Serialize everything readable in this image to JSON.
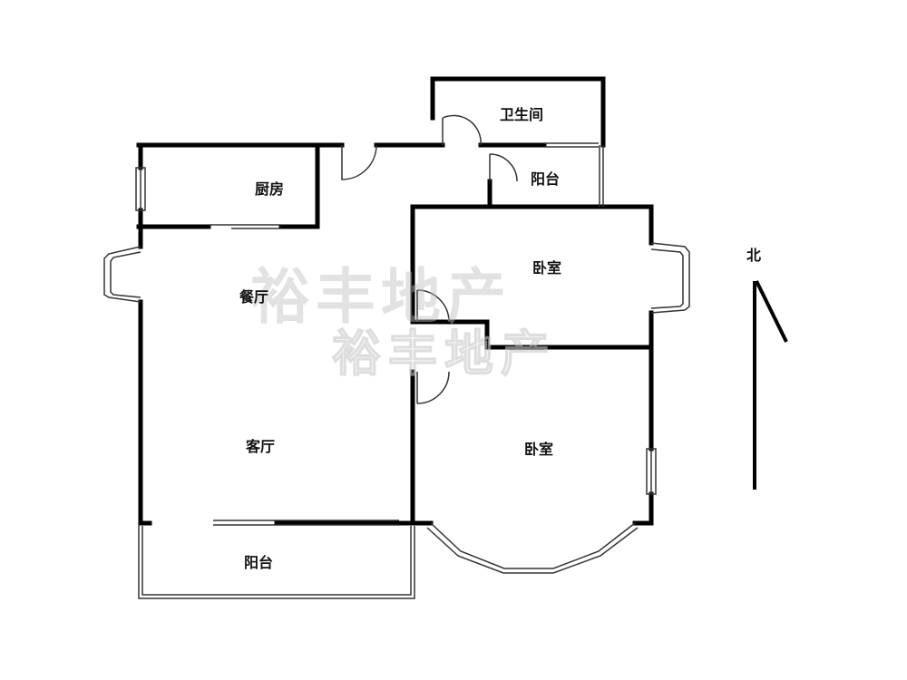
{
  "rooms": {
    "bathroom": "卫生间",
    "kitchen": "厨房",
    "balcony_small": "阳台",
    "bedroom_north": "卧室",
    "dining": "餐厅",
    "living": "客厅",
    "bedroom_south": "卧室",
    "balcony_large": "阳台"
  },
  "compass": {
    "north_label": "北"
  },
  "watermark": {
    "text": "裕丰地产"
  }
}
